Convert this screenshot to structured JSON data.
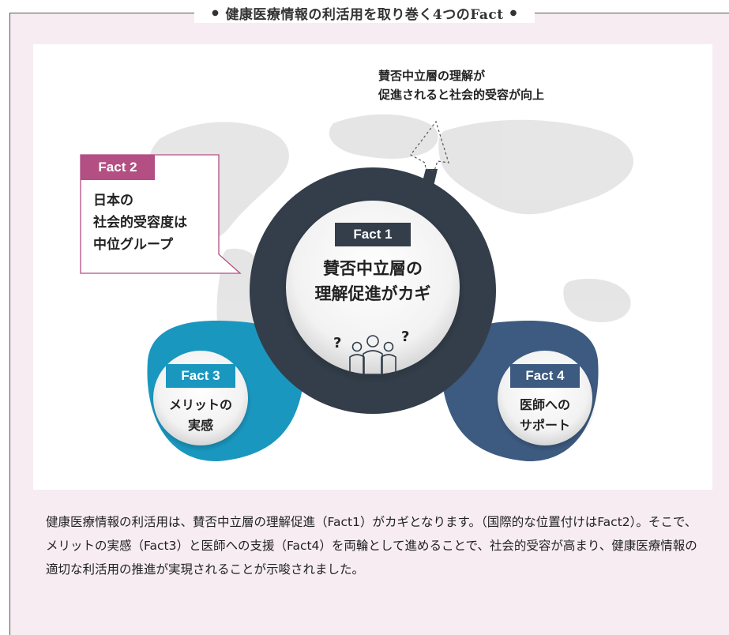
{
  "title": "健康医療情報の利活用を取り巻く4つのFact",
  "callout_top": {
    "line1": "賛否中立層の理解が",
    "line2": "促進されると社会的受容が向上"
  },
  "fact1": {
    "label": "Fact 1",
    "line1": "賛否中立層の",
    "line2": "理解促進がカギ",
    "color": "#333e4a"
  },
  "fact2": {
    "label": "Fact 2",
    "line1": "日本の",
    "line2": "社会的受容度は",
    "line3": "中位グループ",
    "color": "#b34f82"
  },
  "fact3": {
    "label": "Fact 3",
    "line1": "メリットの",
    "line2": "実感",
    "color": "#1a97bf"
  },
  "fact4": {
    "label": "Fact 4",
    "line1": "医師への",
    "line2": "サポート",
    "color": "#3d5a80"
  },
  "question_mark": "?",
  "icons": {
    "people": "people-group-icon",
    "arrow": "up-arrow-icon",
    "map": "world-map"
  },
  "caption": "健康医療情報の利活用は、賛否中立層の理解促進（Fact1）がカギとなります。（国際的な位置付けはFact2）。そこで、メリットの実感（Fact3）と医師への支援（Fact4）を両輪として進めることで、社会的受容が高まり、健康医療情報の適切な利活用の推進が実現されることが示唆されました。"
}
